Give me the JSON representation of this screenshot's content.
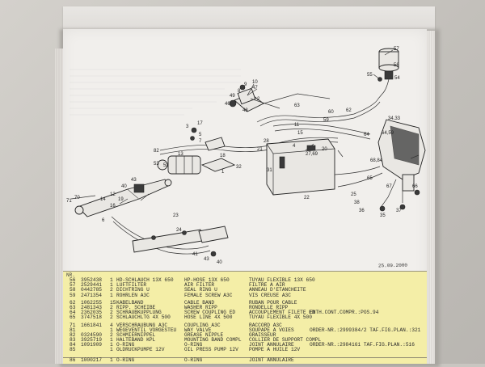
{
  "diagram": {
    "callouts": [
      "57",
      "56",
      "54",
      "55",
      "10",
      "47",
      "9",
      "8",
      "49",
      "46",
      "2",
      "48",
      "63",
      "60",
      "59",
      "62",
      "3",
      "17",
      "5",
      "7",
      "15",
      "4",
      "27,69",
      "20",
      "28",
      "21",
      "11",
      "34,33",
      "64",
      "64,59",
      "68,84",
      "65",
      "67",
      "66",
      "13",
      "82",
      "18",
      "32",
      "1",
      "53",
      "52",
      "40",
      "43",
      "12",
      "19",
      "71",
      "70",
      "14",
      "16",
      "6",
      "23",
      "24",
      "22",
      "31",
      "25",
      "38",
      "36",
      "35",
      "37",
      "41",
      "43",
      "40"
    ],
    "date": "25.09.2000"
  },
  "table": {
    "header": "NR.   ",
    "rows": [
      {
        "pos": "56",
        "num": "3952438",
        "qty": "1",
        "de": "HD-SCHLAUCH 13X 650",
        "en": "HP-HOSE 13X 650",
        "fr": "TUYAU FLEXIBLE 13X 650",
        "note": ""
      },
      {
        "pos": "57",
        "num": "2529441",
        "qty": "1",
        "de": "LUFTFILTER",
        "en": "AIR FILTER",
        "fr": "FILTRE A AIR",
        "note": ""
      },
      {
        "pos": "58",
        "num": "0442785",
        "qty": "2",
        "de": "DICHTRING U",
        "en": "SEAL RING U",
        "fr": "ANNEAU D'ETANCHEITE",
        "note": ""
      },
      {
        "pos": "59",
        "num": "2471354",
        "qty": "1",
        "de": "ROHRLEN A3C",
        "en": "FEMALE SCREW A3C",
        "fr": "VIS CREUSE A3C",
        "note": ""
      },
      {
        "pos": "",
        "num": "",
        "qty": "",
        "de": "",
        "en": "",
        "fr": "",
        "note": ""
      },
      {
        "pos": "62",
        "num": "1062255",
        "qty": "15",
        "de": "KABELBAND",
        "en": "CABLE BAND",
        "fr": "RUBAN POUR CABLE",
        "note": ""
      },
      {
        "pos": "63",
        "num": "2481343",
        "qty": "2",
        "de": "RIPP. SCHEIBE",
        "en": "WASHER RIPP",
        "fr": "RONDELLE RIPP",
        "note": ""
      },
      {
        "pos": "64",
        "num": "2362035",
        "qty": "2",
        "de": "SCHRAUBKUPPLUNG",
        "en": "SCREW COUPLING ED",
        "fr": "ACCOUPLEMENT FILETE ED",
        "note": "ENTH.CONT.COMPR.:POS.94"
      },
      {
        "pos": "65",
        "num": "3747518",
        "qty": "2",
        "de": "SCHLAUCHLTG 4X 500",
        "en": "HOSE LINE 4X 500",
        "fr": "TUYAU FLEXIBLE 4X 500",
        "note": ""
      },
      {
        "pos": "",
        "num": "",
        "qty": "",
        "de": "",
        "en": "",
        "fr": "",
        "note": ""
      },
      {
        "pos": "71",
        "num": "1661841",
        "qty": "4",
        "de": "VERSCHRAUBUNG A3C",
        "en": "COUPLING A3C",
        "fr": "RACCORD A3C",
        "note": ""
      },
      {
        "pos": "81",
        "num": "",
        "qty": "1",
        "de": "WEGEVENTIL VORGESTEU",
        "en": "WAY VALVE",
        "fr": "SOUPAPE A VOIES",
        "note": "ORDER-NR.:2999384/2 TAF.FIG.PLAN.:321"
      },
      {
        "pos": "82",
        "num": "0324590",
        "qty": "2",
        "de": "SCHMIERNIPPEL",
        "en": "GREASE NIPPLE",
        "fr": "GRAISSEUR",
        "note": ""
      },
      {
        "pos": "83",
        "num": "3925719",
        "qty": "1",
        "de": "HALTEBAND KPL",
        "en": "MOUNTING BAND COMPL",
        "fr": "COLLIER DE SUPPORT COMPL",
        "note": ""
      },
      {
        "pos": "84",
        "num": "1091909",
        "qty": "1",
        "de": "O-RING",
        "en": "O-RING",
        "fr": "JOINT ANNULAIRE",
        "note": "ORDER-NR.:2984161 TAF.FIG.PLAN.:516"
      },
      {
        "pos": "85",
        "num": "",
        "qty": "1",
        "de": "OLDRUCKPUMPE 12V",
        "en": "OIL PRESS PUMP 12V",
        "fr": "POMPE A HUILE 12V",
        "note": ""
      },
      {
        "pos": "",
        "num": "",
        "qty": "",
        "de": "",
        "en": "",
        "fr": "",
        "note": ""
      },
      {
        "pos": "86",
        "num": "1000217",
        "qty": "1",
        "de": "O-RING",
        "en": "O-RING",
        "fr": "JOINT ANNULAIRE",
        "note": ""
      }
    ]
  },
  "colors": {
    "band": "#f4eea7",
    "paper": "#f1efec",
    "ink": "#2b2b2b"
  }
}
